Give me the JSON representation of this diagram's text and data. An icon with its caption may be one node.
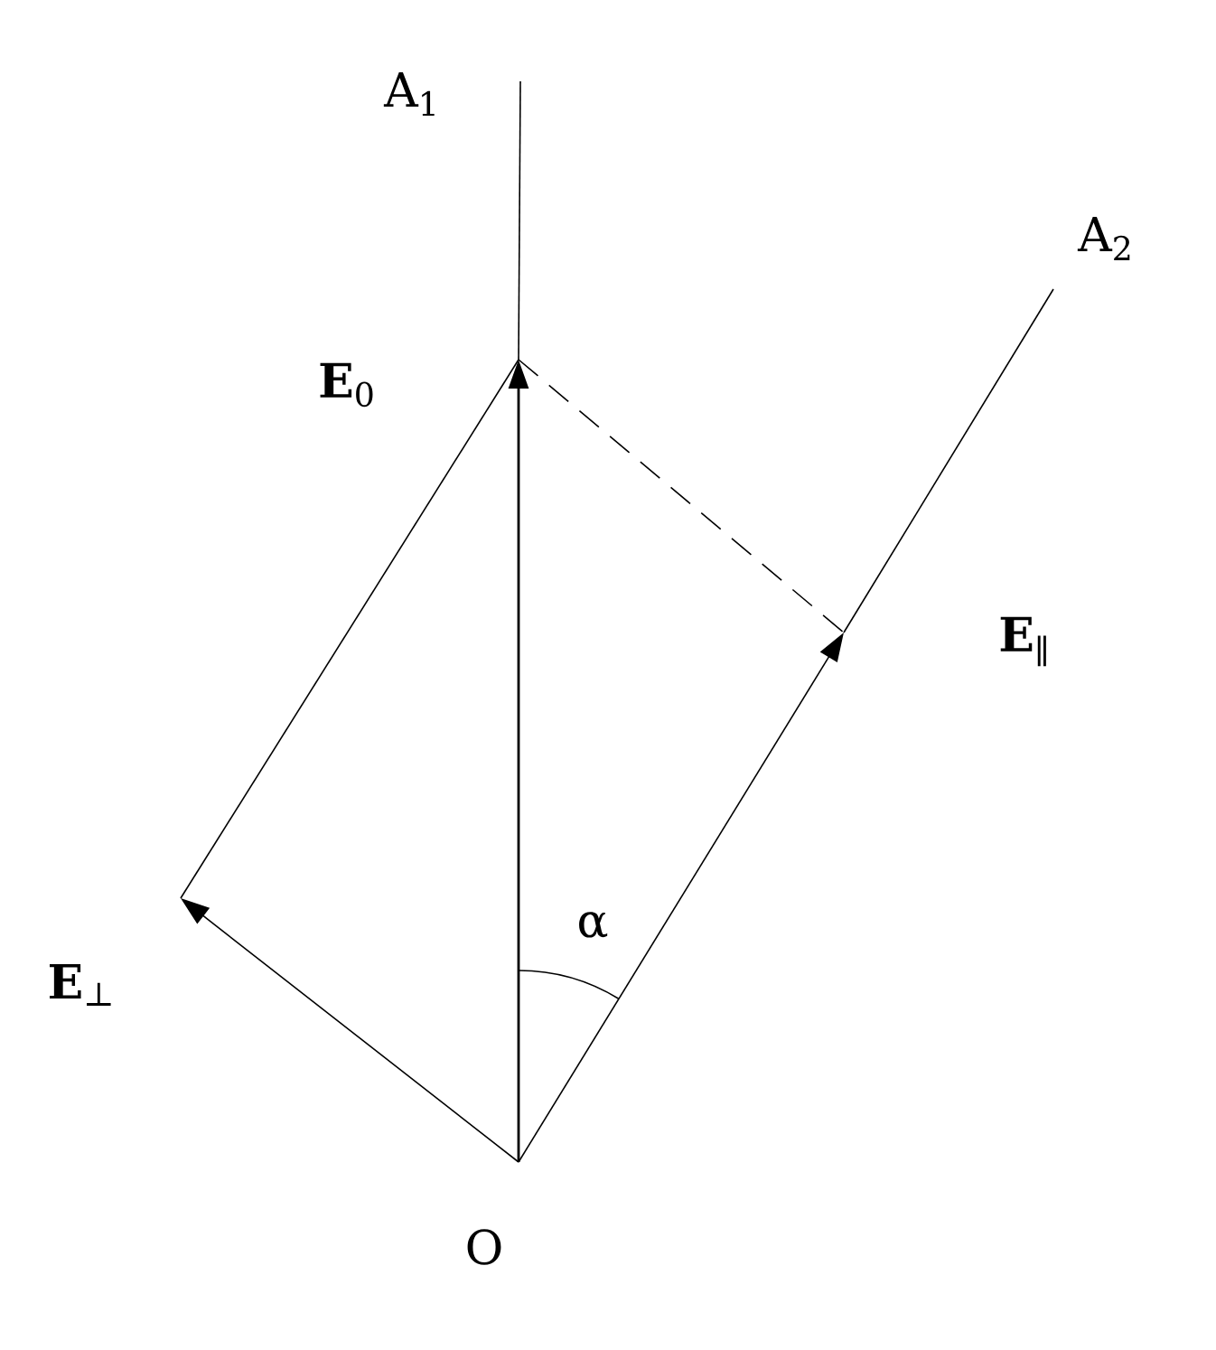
{
  "diagram": {
    "labels": [
      "A$_{1}$",
      "A$_{2}$",
      "**E**$_{0}$",
      "**E**$_{∥}$",
      "α",
      "**E**$_{⊥}$",
      "O"
    ]
  }
}
